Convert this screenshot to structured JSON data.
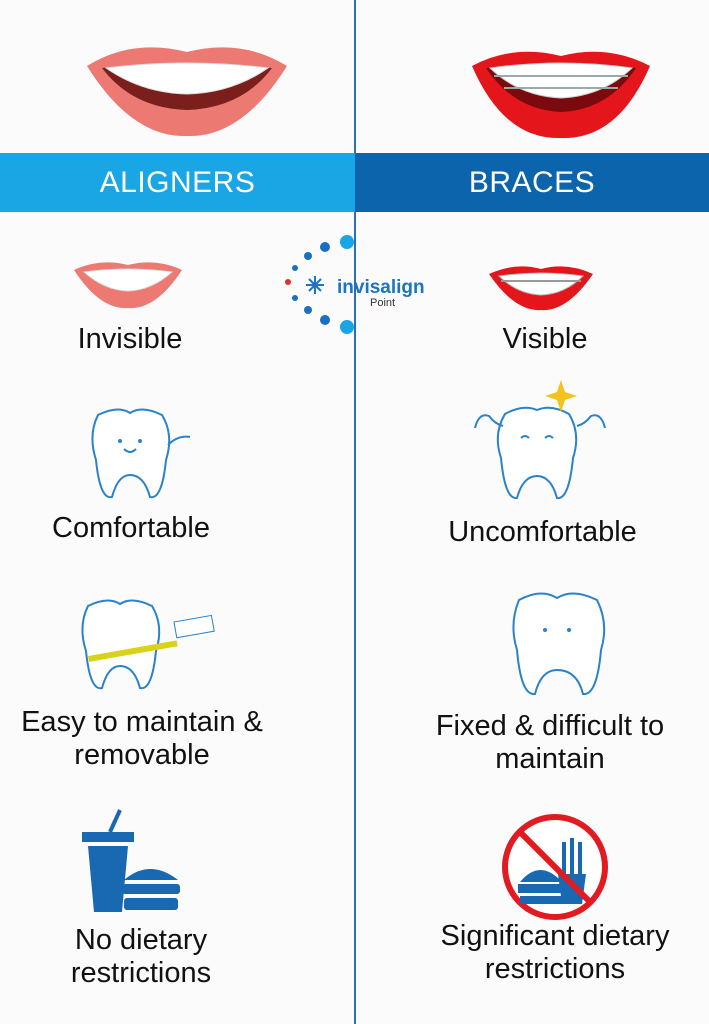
{
  "columns": {
    "left": {
      "header": "ALIGNERS",
      "items": [
        {
          "label": "Invisible",
          "icon": "smile-icon"
        },
        {
          "label": "Comfortable",
          "icon": "happy-tooth-icon"
        },
        {
          "label": "Easy to maintain &\nremovable",
          "icon": "tooth-toothbrush-icon"
        },
        {
          "label": "No dietary\nrestrictions",
          "icon": "drink-burger-icon"
        }
      ]
    },
    "right": {
      "header": "BRACES",
      "items": [
        {
          "label": "Visible",
          "icon": "braces-smile-icon"
        },
        {
          "label": "Uncomfortable",
          "icon": "strained-tooth-icon"
        },
        {
          "label": "Fixed & difficult to\nmaintain",
          "icon": "thinking-tooth-icon"
        },
        {
          "label": "Significant dietary\nrestrictions",
          "icon": "no-junk-food-icon"
        }
      ]
    }
  },
  "logo": {
    "name": "invisalign",
    "sub": "Point"
  },
  "colors": {
    "aligners": "#1aa6e4",
    "braces": "#0b64ac",
    "divider": "#2b6fb5"
  }
}
